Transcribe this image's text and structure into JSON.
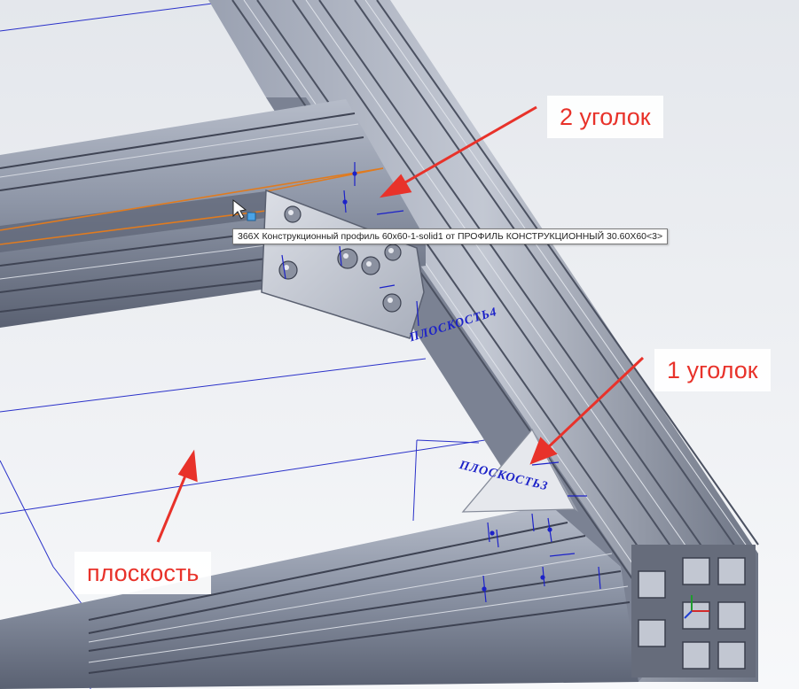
{
  "callouts": {
    "corner2": "2 уголок",
    "corner1": "1 уголок",
    "plane": "плоскость"
  },
  "tooltip": {
    "text": "366X Конструкционный профиль 60x60-1-solid1 от ПРОФИЛЬ КОНСТРУКЦИОННЫЙ 30.60X60<3>"
  },
  "plane_labels": {
    "plane4": "ПЛОСКОСТЬ4",
    "plane3": "ПЛОСКОСТЬ3"
  },
  "colors": {
    "background": "#eef0f3",
    "profile": "#8f97a8",
    "profile_dark": "#4c5262",
    "annotation_red": "#e8322a",
    "plane_blue": "#1c22c8",
    "highlight_orange": "#e07b1f"
  },
  "icons": [
    "cursor-arrow-icon",
    "triad-axes-icon",
    "selection-marker-icon"
  ]
}
